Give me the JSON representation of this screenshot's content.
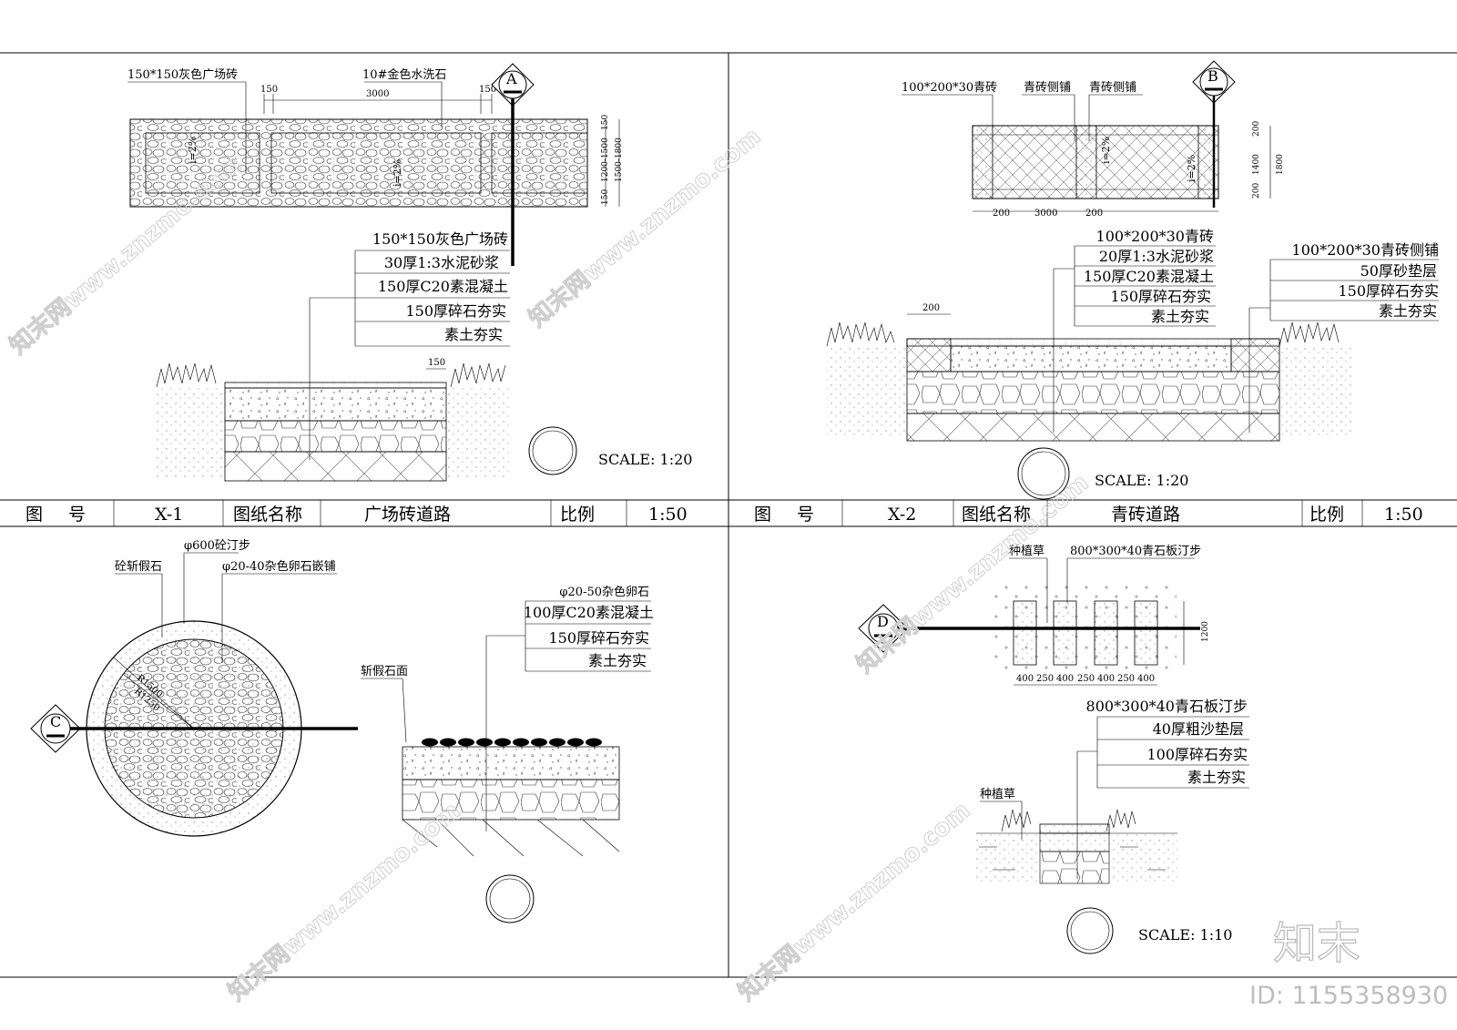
{
  "panels": {
    "x1": {
      "plan_labels": {
        "tile": "150*150灰色广场砖",
        "wash": "10#金色水洗石",
        "dim_150a": "150",
        "dim_3000": "3000",
        "dim_150b": "150",
        "slope1": "i=2%",
        "slope2": "i=2%",
        "side_150": "150",
        "side_1200": "1200-1500",
        "side_1500": "1500-1800",
        "side_150b": "150"
      },
      "marker": "A",
      "layers": [
        "150*150灰色广场砖",
        "30厚1:3水泥砂浆",
        "150厚C20素混凝土",
        "150厚碎石夯实",
        "素土夯实"
      ],
      "sec_dim": "150",
      "scale": "SCALE: 1:20"
    },
    "x2": {
      "plan_labels": {
        "brick": "100*200*30青砖",
        "side1": "青砖侧铺",
        "side2": "青砖侧铺",
        "d200a": "200",
        "d3000": "3000",
        "d200b": "200",
        "v200a": "200",
        "v1400": "1400",
        "v200b": "200",
        "v1800": "1800",
        "slope1": "i=2%",
        "slope2": "i=2%"
      },
      "marker": "B",
      "layers_left": [
        "100*200*30青砖",
        "20厚1:3水泥砂浆",
        "150厚C20素混凝土",
        "150厚碎石夯实",
        "素土夯实"
      ],
      "layers_right": [
        "100*200*30青砖侧铺",
        "50厚砂垫层",
        "150厚碎石夯实",
        "素土夯实"
      ],
      "sec_dim": "200",
      "scale": "SCALE: 1:20"
    },
    "x3": {
      "labels": {
        "fake": "砼斩假石",
        "step": "φ600砼汀步",
        "pebble": "φ20-40杂色卵石嵌铺",
        "r1": "R1500",
        "r2": "R1250",
        "face": "斩假石面"
      },
      "marker": "C",
      "layers": [
        "φ20-50杂色卵石",
        "100厚C20素混凝土",
        "150厚碎石夯实",
        "素土夯实"
      ]
    },
    "x4": {
      "labels": {
        "grass": "种植草",
        "slab": "800*300*40青石板汀步",
        "v1200": "1200",
        "grass2": "种植草"
      },
      "dims": [
        "400",
        "250",
        "400",
        "250",
        "400",
        "250",
        "400"
      ],
      "marker": "D",
      "layers": [
        "800*300*40青石板汀步",
        "40厚粗沙垫层",
        "100厚碎石夯实",
        "素土夯实"
      ],
      "scale": "SCALE: 1:10"
    }
  },
  "title_rows": [
    {
      "h1": "图",
      "h2": "号",
      "num": "X-1",
      "name_label": "图纸名称",
      "name": "广场砖道路",
      "ratio_label": "比例",
      "ratio": "1:50"
    },
    {
      "h1": "图",
      "h2": "号",
      "num": "X-2",
      "name_label": "图纸名称",
      "name": "青砖道路",
      "ratio_label": "比例",
      "ratio": "1:50"
    }
  ],
  "watermark": {
    "brand": "知末",
    "id": "ID: 1155358930",
    "site": "知末网www.znzmo.com"
  }
}
